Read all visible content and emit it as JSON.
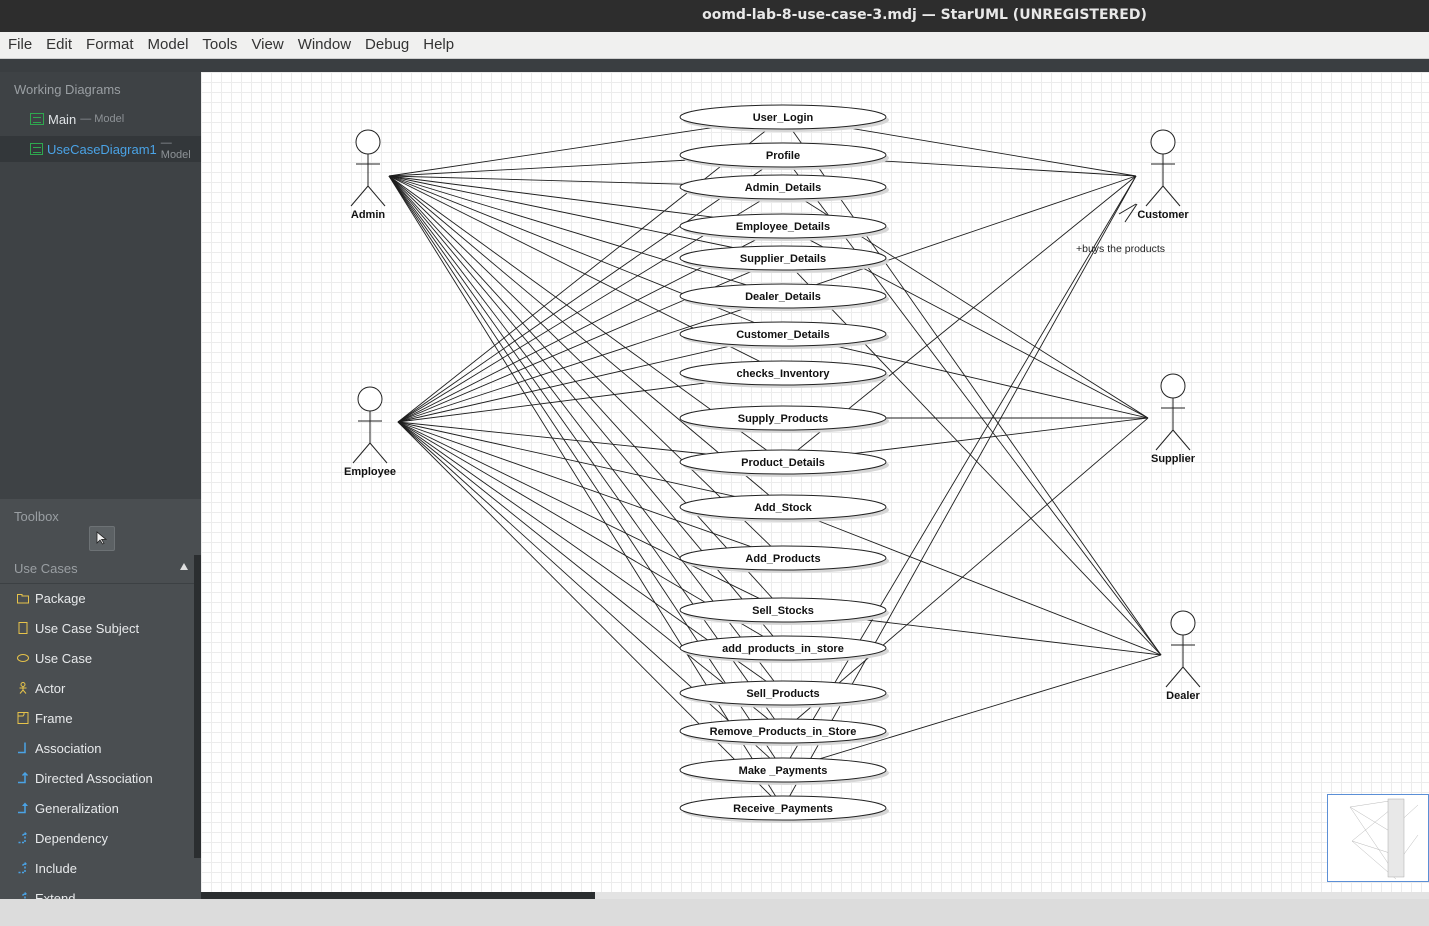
{
  "window": {
    "title": "oomd-lab-8-use-case-3.mdj — StarUML (UNREGISTERED)"
  },
  "menu": [
    "File",
    "Edit",
    "Format",
    "Model",
    "Tools",
    "View",
    "Window",
    "Debug",
    "Help"
  ],
  "sidebar": {
    "working_diagrams_label": "Working Diagrams",
    "diagrams": [
      {
        "name": "Main",
        "suffix": "— Model",
        "selected": false
      },
      {
        "name": "UseCaseDiagram1",
        "suffix": "— Model",
        "selected": true
      }
    ],
    "toolbox_label": "Toolbox",
    "use_cases_label": "Use Cases",
    "tools": [
      "Package",
      "Use Case Subject",
      "Use Case",
      "Actor",
      "Frame",
      "Association",
      "Directed Association",
      "Generalization",
      "Dependency",
      "Include",
      "Extend"
    ]
  },
  "diagram": {
    "actors": {
      "admin": "Admin",
      "employee": "Employee",
      "customer": "Customer",
      "supplier": "Supplier",
      "dealer": "Dealer"
    },
    "use_cases": [
      "User_Login",
      "Profile",
      "Admin_Details",
      "Employee_Details",
      "Supplier_Details",
      "Dealer_Details",
      "Customer_Details",
      "checks_Inventory",
      "Supply_Products",
      "Product_Details",
      "Add_Stock",
      "Add_Products",
      "Sell_Stocks",
      "add_products_in_store",
      "Sell_Products",
      "Remove_Products_in_Store",
      "Make _Payments",
      "Receive_Payments"
    ],
    "association_label": "+buys the products"
  },
  "colors": {
    "accent_blue": "#4aa3e6",
    "diagram_icon": "#2fa84f",
    "title_bar": "#2d2d2d",
    "sidebar": "#3e4245"
  }
}
